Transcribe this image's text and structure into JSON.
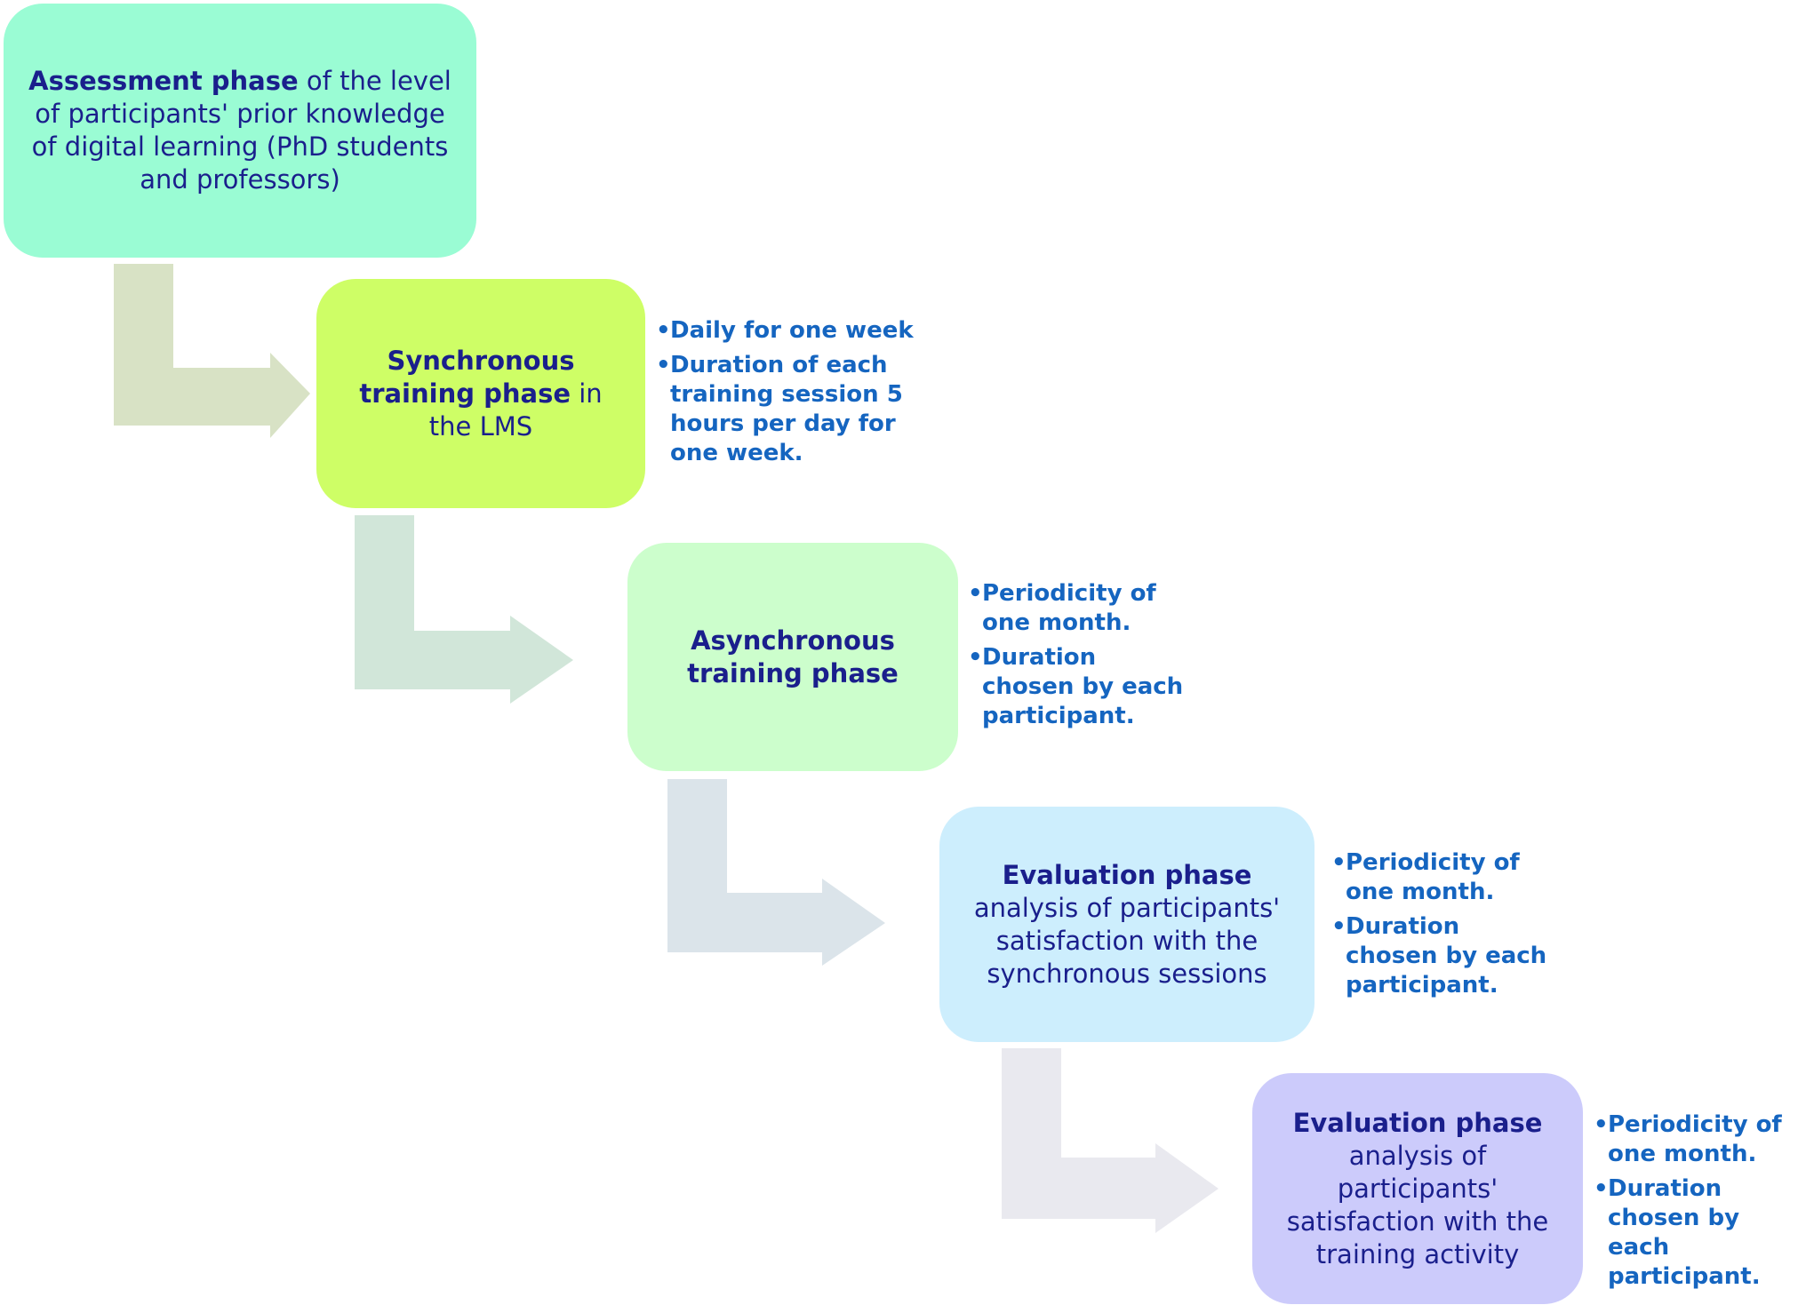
{
  "phases": [
    {
      "bold": "Assessment phase",
      "text": " of the level of participants' prior knowledge of digital learning (PhD students and professors)",
      "color": "#9afcd4"
    },
    {
      "bold": "Synchronous training phase",
      "text": " in the LMS",
      "color": "#cefe66",
      "notes": [
        "Daily for one week",
        "Duration of each training session 5 hours per day for one week."
      ]
    },
    {
      "bold": "Asynchronous training phase",
      "text": "",
      "color": "#ccfecc",
      "notes": [
        "Periodicity of one month.",
        "Duration chosen by each participant."
      ]
    },
    {
      "bold": "Evaluation phase",
      "text": " analysis of participants' satisfaction with the synchronous sessions",
      "color": "#cdeefd",
      "notes": [
        "Periodicity of one month.",
        "Duration chosen by each participant."
      ]
    },
    {
      "bold": "Evaluation phase",
      "text": "analysis of participants' satisfaction with the training activity",
      "color": "#cccbfb",
      "notes": [
        "Periodicity of one month.",
        "Duration chosen by each participant."
      ]
    }
  ],
  "connector_colors": [
    "#d8e2c5",
    "#d1e6d9",
    "#dbe4ea",
    "#e9e9ef"
  ],
  "colors": {
    "title_text": "#1a1f8c",
    "note_text": "#1565c0"
  }
}
